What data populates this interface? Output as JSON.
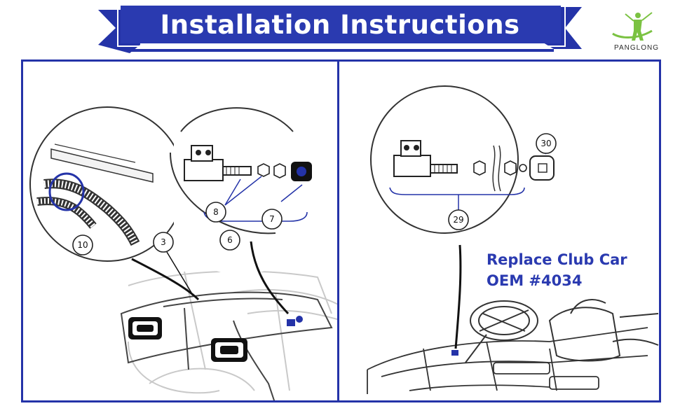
{
  "banner": {
    "title": "Installation Instructions"
  },
  "logo": {
    "brand": "PANGLONG",
    "icon": "golfer-icon"
  },
  "colors": {
    "brand_blue": "#2433a8",
    "banner_blue": "#2a3ab0",
    "logo_green": "#7bc242"
  },
  "left_panel": {
    "callouts": {
      "c10": "10",
      "c3": "3",
      "c8": "8",
      "c7": "7",
      "c6": "6"
    }
  },
  "right_panel": {
    "callouts": {
      "c30": "30",
      "c29": "29"
    },
    "note_line1": "Replace Club Car",
    "note_line2": "OEM #4034"
  }
}
